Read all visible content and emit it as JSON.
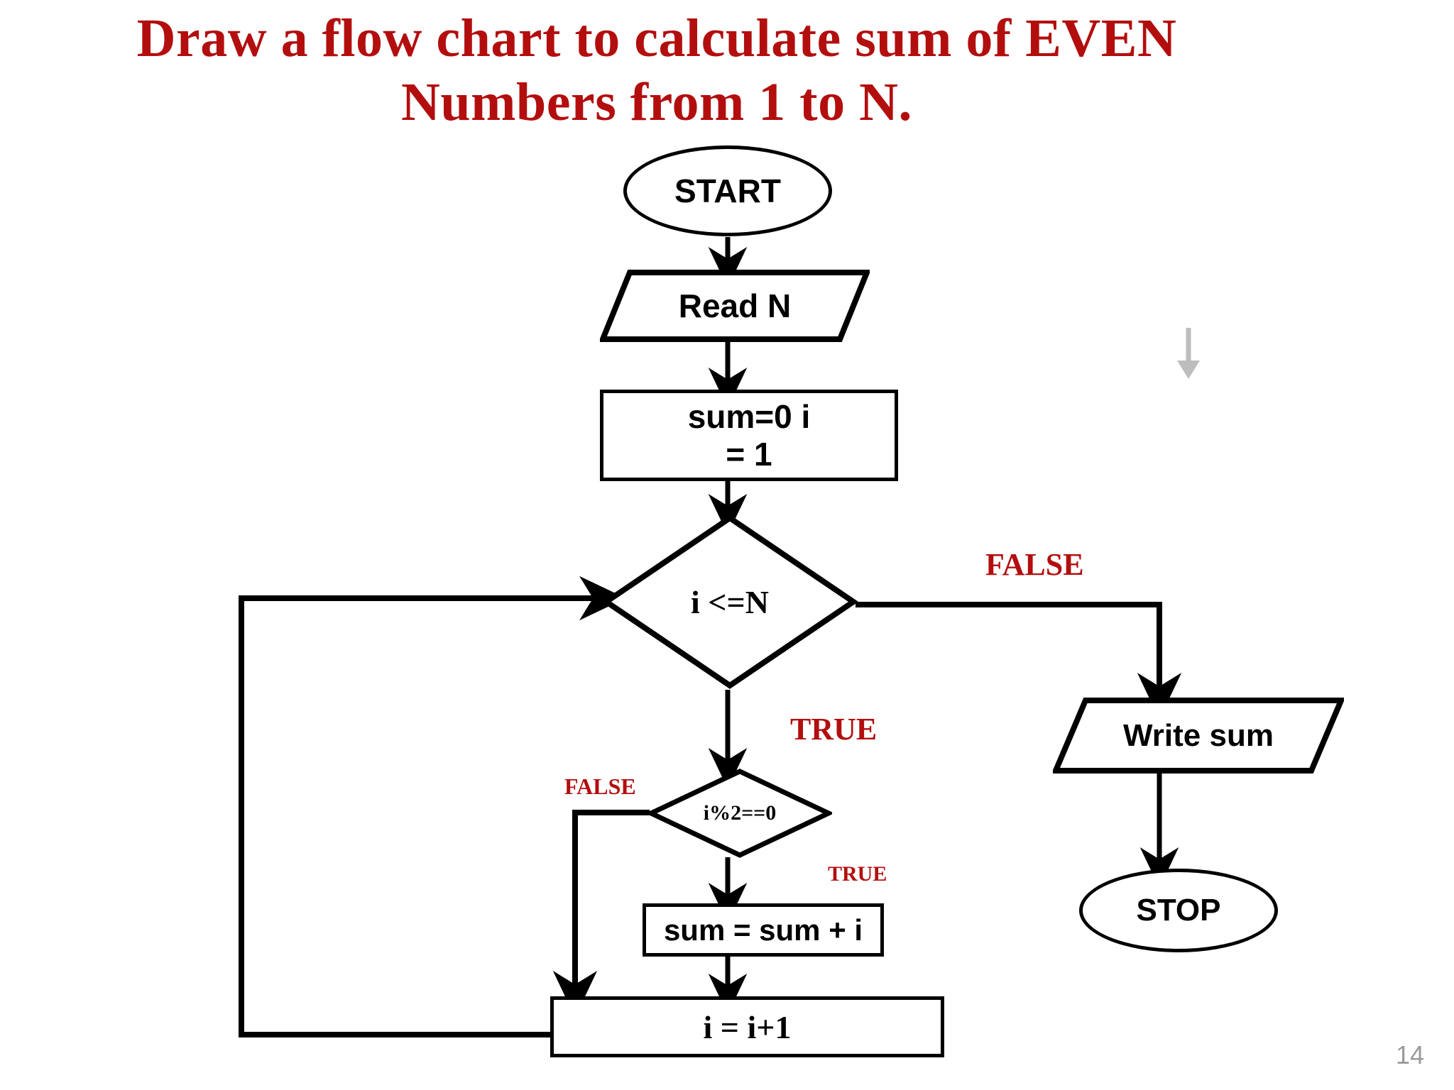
{
  "slide": {
    "title": "Draw a flow chart to calculate sum of EVEN Numbers from 1 to N.",
    "page_number": "14",
    "title_color": "#B30E0E",
    "shape_color": "#000000",
    "background": "#FFFFFF",
    "page_number_color": "#9A9A9A"
  },
  "flowchart": {
    "type": "flowchart",
    "nodes": {
      "start": {
        "label": "START",
        "shape": "terminator"
      },
      "read_n": {
        "label": "Read N",
        "shape": "parallelogram-io"
      },
      "init": {
        "label": "sum=0  i\n= 1",
        "shape": "process"
      },
      "cond_loop": {
        "label": "i <=N",
        "shape": "decision"
      },
      "cond_even": {
        "label": "i%2==0",
        "shape": "decision"
      },
      "accumulate": {
        "label": "sum = sum + i",
        "shape": "process"
      },
      "increment": {
        "label": "i = i+1",
        "shape": "process"
      },
      "write_sum": {
        "label": "Write  sum",
        "shape": "parallelogram-io"
      },
      "stop": {
        "label": "STOP",
        "shape": "terminator"
      }
    },
    "branch_labels": {
      "loop_false": "FALSE",
      "loop_true": "TRUE",
      "even_false": "FALSE",
      "even_true": "TRUE"
    },
    "edges": [
      {
        "from": "start",
        "to": "read_n",
        "label": ""
      },
      {
        "from": "read_n",
        "to": "init",
        "label": ""
      },
      {
        "from": "init",
        "to": "cond_loop",
        "label": ""
      },
      {
        "from": "cond_loop",
        "to": "write_sum",
        "label": "FALSE"
      },
      {
        "from": "cond_loop",
        "to": "cond_even",
        "label": "TRUE"
      },
      {
        "from": "cond_even",
        "to": "increment",
        "label": "FALSE"
      },
      {
        "from": "cond_even",
        "to": "accumulate",
        "label": "TRUE"
      },
      {
        "from": "accumulate",
        "to": "increment",
        "label": ""
      },
      {
        "from": "increment",
        "to": "cond_loop",
        "label": ""
      },
      {
        "from": "write_sum",
        "to": "stop",
        "label": ""
      }
    ]
  },
  "decorations": {
    "stray_arrow": "down-arrow-icon"
  }
}
